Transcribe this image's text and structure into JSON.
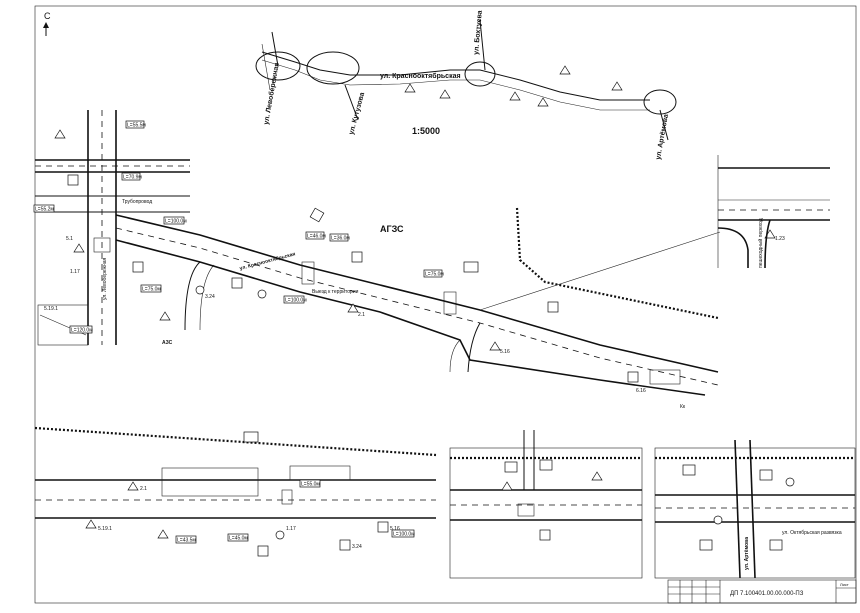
{
  "north": {
    "label": "С"
  },
  "scale": {
    "label": "1:5000"
  },
  "overview": {
    "streets": [
      {
        "id": "krasnooktyabrskaya",
        "label": "ул. Краснооктябрьская"
      },
      {
        "id": "levoberezhnaya",
        "label": "ул. Левобережная"
      },
      {
        "id": "kutuzova",
        "label": "ул. Кутузова"
      },
      {
        "id": "boktueva",
        "label": "ул. Бохтуева"
      },
      {
        "id": "artyomova",
        "label": "ул. Артёмова"
      }
    ]
  },
  "main_plan": {
    "street_label": "ул. Краснооктябрьская",
    "levoberezhnaya_label": "ул. Левобережная",
    "agzs_label": "АГЗС",
    "azs_label": "АЗС",
    "exit_label": "Выезд к территории",
    "pipeline_label": "Трубопровод",
    "kk_label": "Кк",
    "lengths": [
      "L=55.5м",
      "L=70.9м",
      "L=100.0м",
      "L=55.2м",
      "L=75.0м",
      "L=120.0м",
      "L=46.0м",
      "L=36.0м",
      "L=100.0м",
      "L=75.0м"
    ],
    "sign_codes": [
      "5.1",
      "1.17",
      "5.19.1",
      "3.24",
      "2.1",
      "5.16",
      "1.23",
      "6.16"
    ]
  },
  "detail_right": {
    "label": "пешеходный переход"
  },
  "bottom_strip": {
    "lengths": [
      "L=43.5м",
      "L=45.0м",
      "L=55.0м",
      "L=100.0м"
    ],
    "sign_codes": [
      "2.1",
      "5.19.1",
      "1.17",
      "3.24",
      "5.16"
    ]
  },
  "bottom_right": {
    "artyomova_label": "ул. Артёмова",
    "oktyabrskaya_label": "ул. Октябрьская развязка"
  },
  "stamp": {
    "doc_code": "ДП 7.100401.00.00.000-ПЗ",
    "sheet_label": "Лист"
  }
}
